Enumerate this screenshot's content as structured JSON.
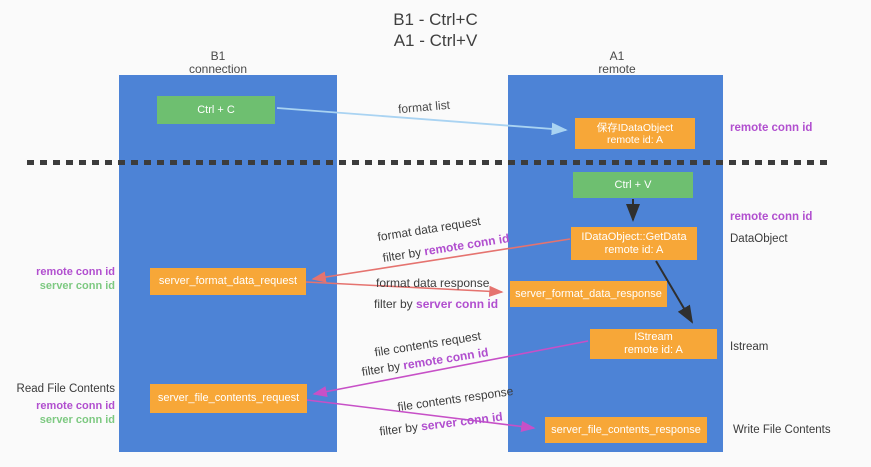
{
  "title": {
    "line1": "B1 - Ctrl+C",
    "line2": "A1 - Ctrl+V"
  },
  "lifelines": {
    "b1": {
      "name": "B1",
      "role": "connection"
    },
    "a1": {
      "name": "A1",
      "role": "remote"
    }
  },
  "boxes": {
    "ctrl_c": "Ctrl + C",
    "ctrl_v": "Ctrl + V",
    "save_dataobject": {
      "line1": "保存IDataObject",
      "line2": "remote id: A"
    },
    "getdata": {
      "line1": "IDataObject::GetData",
      "line2": "remote id: A"
    },
    "istream": {
      "line1": "IStream",
      "line2": "remote id: A"
    },
    "server_format_data_request": "server_format_data_request",
    "server_format_data_response": "server_format_data_response",
    "server_file_contents_request": "server_file_contents_request",
    "server_file_contents_response": "server_file_contents_response"
  },
  "flow_labels": {
    "format_list": "format list",
    "format_data_request": "format data request",
    "format_data_response": "format data response",
    "file_contents_request": "file contents request",
    "file_contents_response": "file contents response",
    "filter_by": "filter by ",
    "remote_conn_id": "remote conn id",
    "server_conn_id": "server conn id"
  },
  "side_labels": {
    "remote_conn_id": "remote conn id",
    "server_conn_id": "server conn id",
    "dataobject": "DataObject",
    "istream": "Istream",
    "read_file_contents": "Read File Contents",
    "write_file_contents": "Write File Contents"
  },
  "colors": {
    "lifeline_blue": "#4d83d6",
    "action_green": "#6ebf70",
    "message_orange": "#f7a738",
    "purple_label": "#b14fcf",
    "green_label": "#7dc981",
    "red_arrow": "#e5736f",
    "magenta_arrow": "#c750c7",
    "lightblue_arrow": "#a9d3f2",
    "black_arrow": "#2f2f2f"
  }
}
